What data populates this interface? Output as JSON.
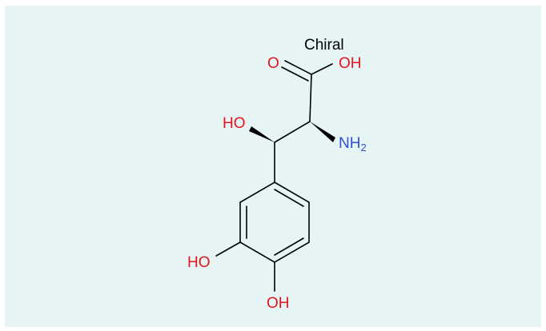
{
  "molecule": {
    "chirality_label": "Chiral",
    "atoms": {
      "carbonyl_o": "O",
      "acid_oh": "OH",
      "side_oh": "HO",
      "amine_n": "NH",
      "amine_sub": "2",
      "ring_oh_left": "HO",
      "ring_oh_bottom": "OH"
    }
  },
  "colors": {
    "background": "#e6f4f4",
    "oxygen": "#e0161c",
    "nitrogen": "#2a52d4",
    "bond": "#000000",
    "text": "#000000"
  }
}
